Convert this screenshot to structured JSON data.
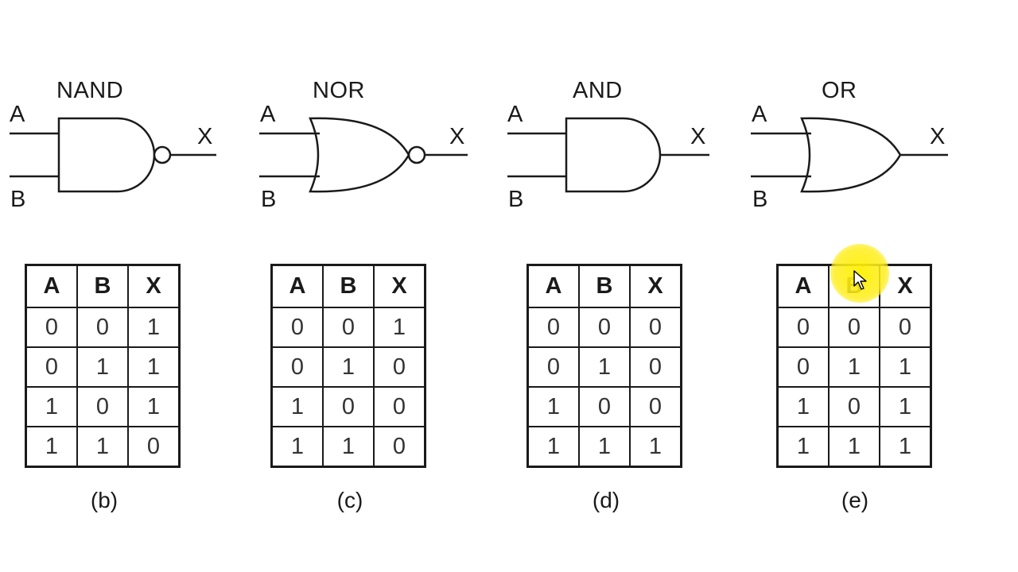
{
  "gates": [
    {
      "id": "nand",
      "name": "NAND",
      "input_a": "A",
      "input_b": "B",
      "output": "X",
      "caption": "(b)",
      "table": {
        "headers": [
          "A",
          "B",
          "X"
        ],
        "rows": [
          [
            "0",
            "0",
            "1"
          ],
          [
            "0",
            "1",
            "1"
          ],
          [
            "1",
            "0",
            "1"
          ],
          [
            "1",
            "1",
            "0"
          ]
        ]
      }
    },
    {
      "id": "nor",
      "name": "NOR",
      "input_a": "A",
      "input_b": "B",
      "output": "X",
      "caption": "(c)",
      "table": {
        "headers": [
          "A",
          "B",
          "X"
        ],
        "rows": [
          [
            "0",
            "0",
            "1"
          ],
          [
            "0",
            "1",
            "0"
          ],
          [
            "1",
            "0",
            "0"
          ],
          [
            "1",
            "1",
            "0"
          ]
        ]
      }
    },
    {
      "id": "and",
      "name": "AND",
      "input_a": "A",
      "input_b": "B",
      "output": "X",
      "caption": "(d)",
      "table": {
        "headers": [
          "A",
          "B",
          "X"
        ],
        "rows": [
          [
            "0",
            "0",
            "0"
          ],
          [
            "0",
            "1",
            "0"
          ],
          [
            "1",
            "0",
            "0"
          ],
          [
            "1",
            "1",
            "1"
          ]
        ]
      }
    },
    {
      "id": "or",
      "name": "OR",
      "input_a": "A",
      "input_b": "B",
      "output": "X",
      "caption": "(e)",
      "table": {
        "headers": [
          "A",
          "B",
          "X"
        ],
        "rows": [
          [
            "0",
            "0",
            "0"
          ],
          [
            "0",
            "1",
            "1"
          ],
          [
            "1",
            "0",
            "1"
          ],
          [
            "1",
            "1",
            "1"
          ]
        ]
      }
    }
  ],
  "colors": {
    "stroke": "#1a1a1a",
    "cursor_highlight": "#fff200"
  }
}
